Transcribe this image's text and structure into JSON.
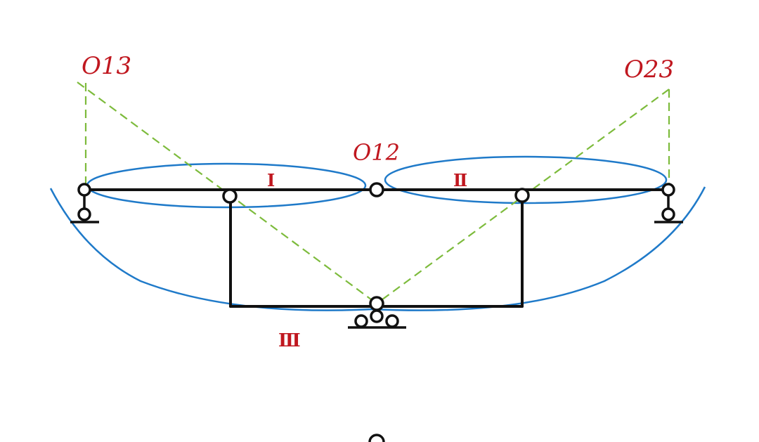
{
  "labels": {
    "o13": "O13",
    "o23": "O23",
    "o12": "O12",
    "region_1": "Ⅰ",
    "region_2": "Ⅱ",
    "region_3": "Ⅲ"
  },
  "colors": {
    "structure": "#111111",
    "ellipse": "#1f7ac9",
    "dashed": "#7dbb3c",
    "label": "#c0171f",
    "background": "#ffffff"
  }
}
